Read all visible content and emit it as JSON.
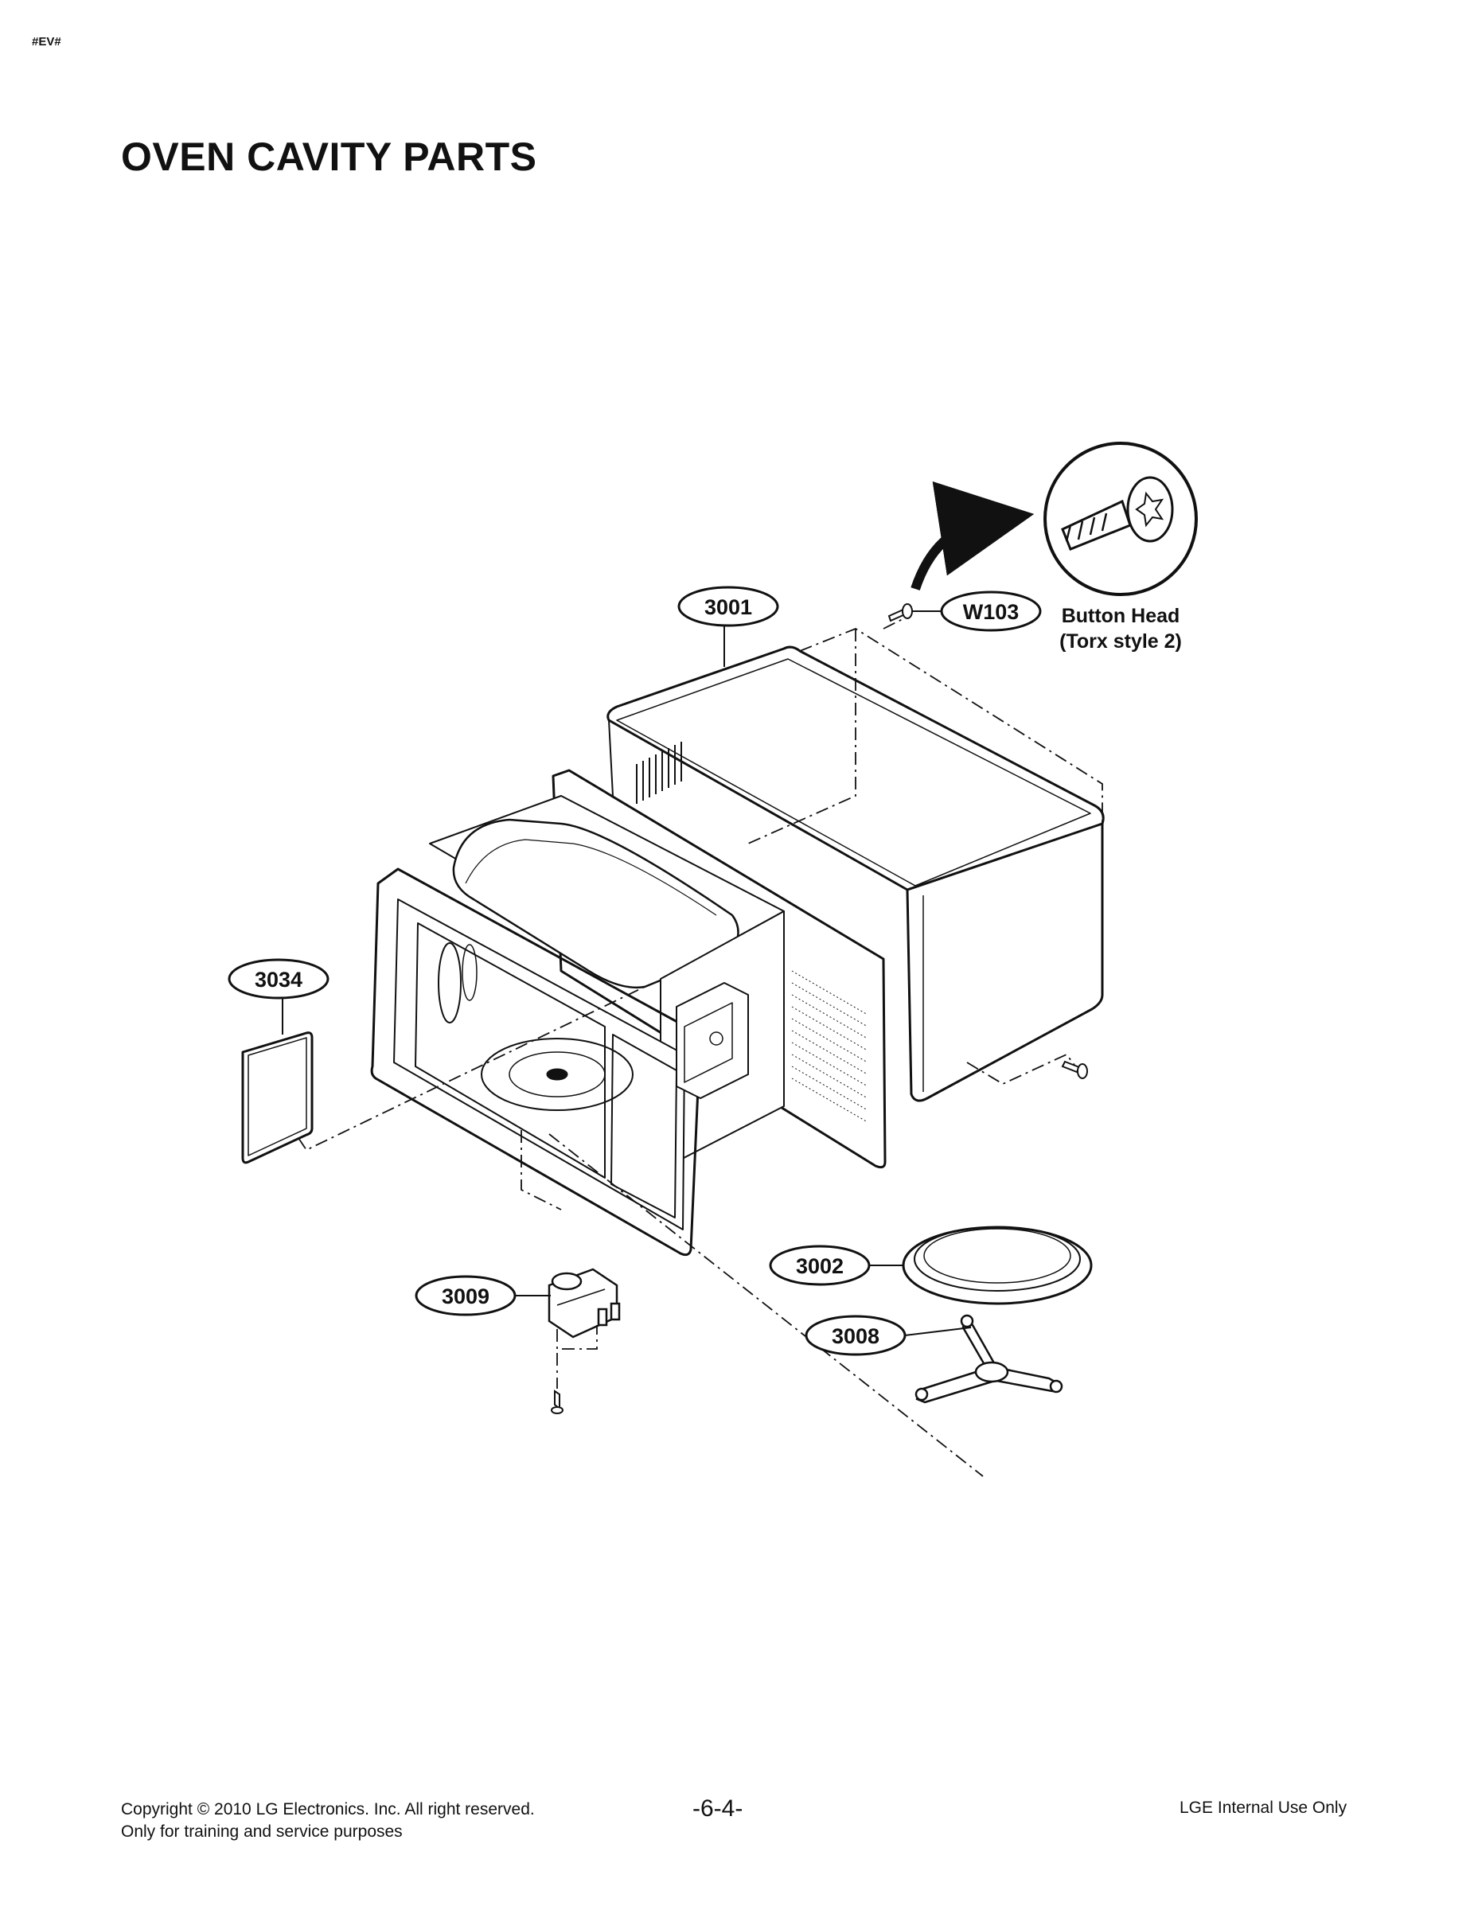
{
  "header": {
    "tag": "#EV#",
    "title": "OVEN CAVITY PARTS"
  },
  "callouts": {
    "c3001": "3001",
    "cW103": "W103",
    "c3034": "3034",
    "c3009": "3009",
    "c3002": "3002",
    "c3008": "3008"
  },
  "detail": {
    "line1": "Button Head",
    "line2": "(Torx style 2)"
  },
  "footer": {
    "copyright": "Copyright © 2010 LG Electronics. Inc. All right reserved.",
    "purpose": "Only for training and service purposes",
    "page": "-6-4-",
    "internal": "LGE Internal Use Only"
  }
}
